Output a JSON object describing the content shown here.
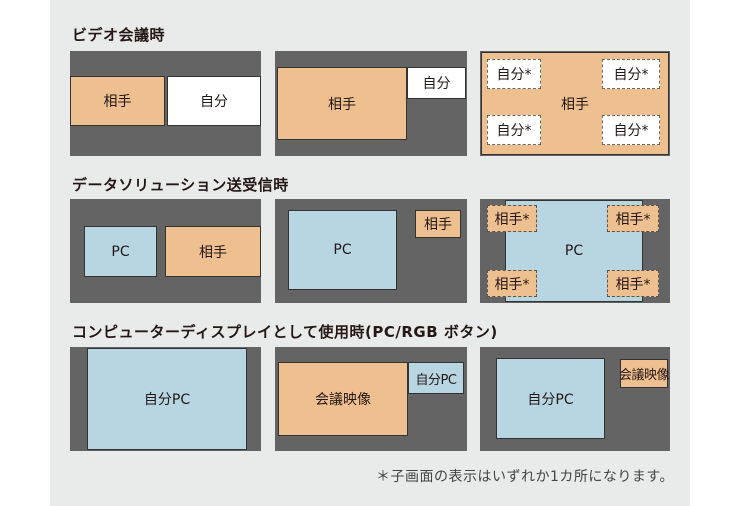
{
  "sections": {
    "video": {
      "heading": "ビデオ会議時"
    },
    "data": {
      "heading": "データソリューション送受信時"
    },
    "display": {
      "heading": "コンピューターディスプレイとして使用時(PC/RGB ボタン)"
    }
  },
  "labels": {
    "partner": "相手",
    "self": "自分",
    "self_star": "自分*",
    "partner_star": "相手*",
    "pc": "PC",
    "self_pc": "自分PC",
    "meeting_video": "会議映像"
  },
  "footnote": "＊子画面の表示はいずれか1カ所になります。",
  "colors": {
    "screen": "#646464",
    "partner_fill": "#efc08f",
    "self_fill": "#ffffff",
    "pc_fill": "#b8d6e1",
    "panel_bg": "#e9eaea"
  }
}
